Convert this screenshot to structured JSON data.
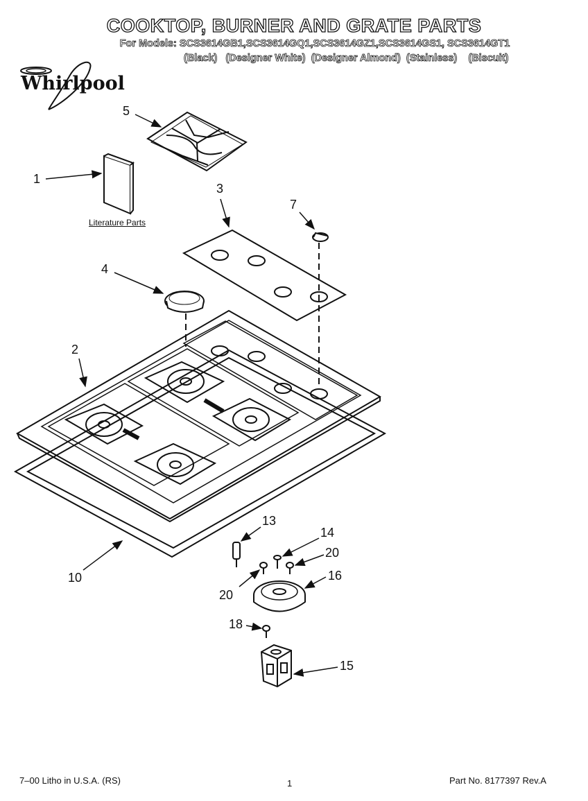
{
  "header": {
    "title": "COOKTOP, BURNER AND GRATE PARTS",
    "models": "For Models: SCS3614GB1,SCS3614GQ1,SCS3614GZ1,SCS3614GS1, SCS3614GT1",
    "colors": "(Black)   (Designer White)  (Designer Almond)  (Stainless)    (Biscuit)"
  },
  "brand": {
    "logo_text": "Whirlpool"
  },
  "diagram": {
    "literature_label": "Literature Parts",
    "callouts": [
      "1",
      "2",
      "3",
      "4",
      "5",
      "7",
      "10",
      "13",
      "14",
      "15",
      "16",
      "18",
      "20",
      "20"
    ]
  },
  "footer": {
    "left": "7–00 Litho in U.S.A. (RS)",
    "page": "1",
    "part_no": "Part No. 8177397 Rev.A"
  }
}
